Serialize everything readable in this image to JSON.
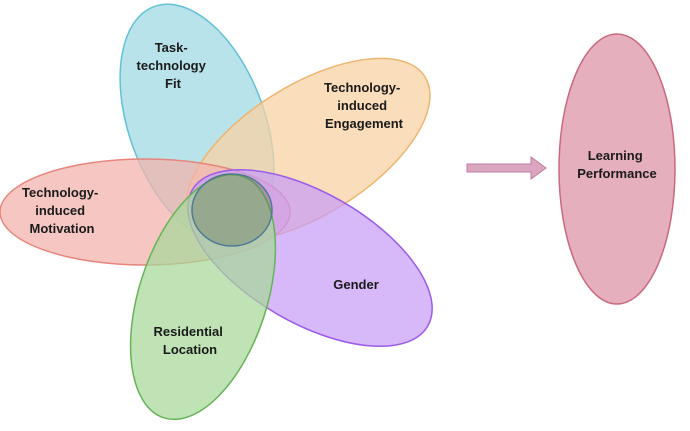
{
  "diagram": {
    "petals": [
      {
        "id": "task",
        "label_lines": [
          "Task-",
          "technology",
          "Fit"
        ],
        "fill": "#a9dde6",
        "stroke": "#62c2d4"
      },
      {
        "id": "engagement",
        "label_lines": [
          "Technology-",
          "induced",
          "Engagement"
        ],
        "fill": "#f8d2a4",
        "stroke": "#eeb56e"
      },
      {
        "id": "motivation",
        "label_lines": [
          "Technology-",
          "induced",
          "Motivation"
        ],
        "fill": "#f3b4ae",
        "stroke": "#e5857b"
      },
      {
        "id": "gender",
        "label_lines": [
          "Gender"
        ],
        "fill": "#c79df7",
        "stroke": "#9b5ce8"
      },
      {
        "id": "residential",
        "label_lines": [
          "Residential",
          "Location"
        ],
        "fill": "#a7d89a",
        "stroke": "#66b358"
      }
    ],
    "arrow": {
      "fill": "#dba6c0",
      "stroke": "#bd7ca0"
    },
    "outcome": {
      "label_lines": [
        "Learning",
        "Performance"
      ],
      "fill": "#e6afbd",
      "stroke": "#c9697f"
    }
  }
}
